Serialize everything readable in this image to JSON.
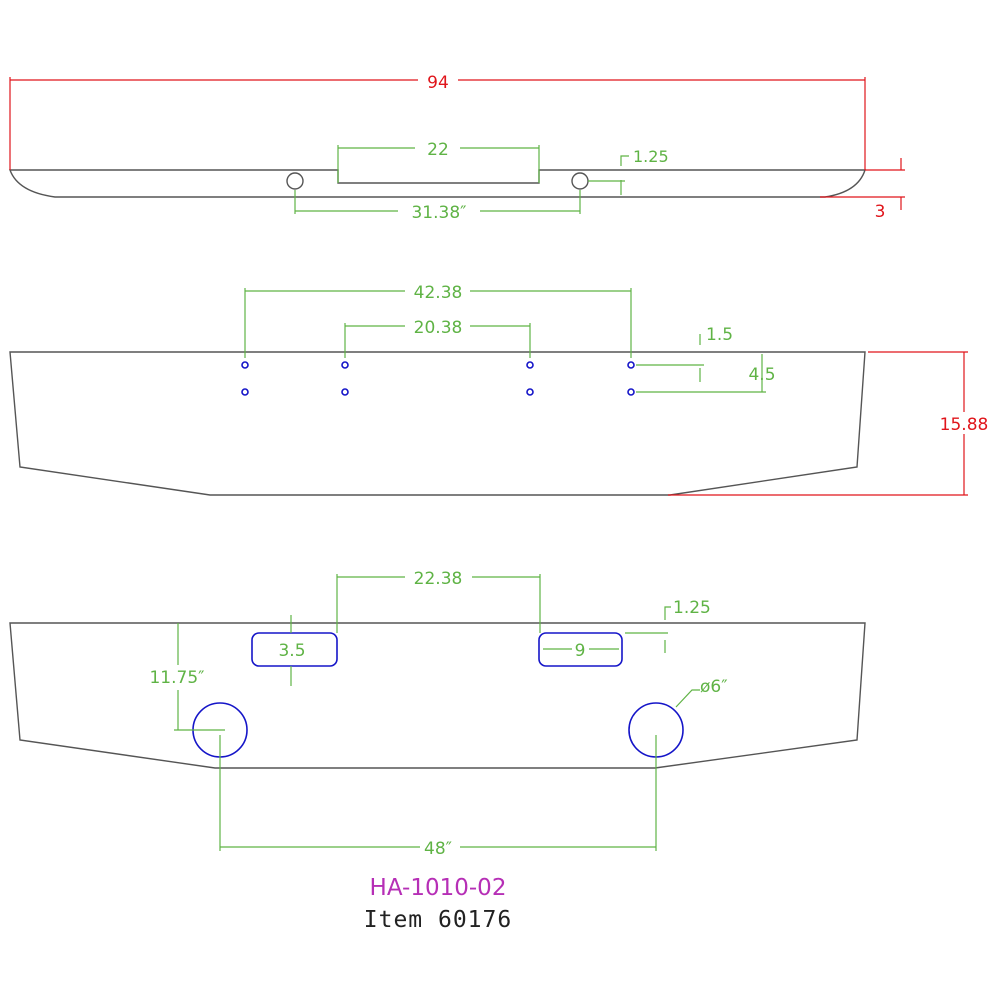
{
  "top_view": {
    "overall_width": "94",
    "slot_width": "22",
    "hole_spacing": "31.38″",
    "hole_offset": "1.25",
    "height": "3"
  },
  "front_view": {
    "outer_hole_spacing": "42.38",
    "inner_hole_spacing": "20.38",
    "hole_top_offset": "1.5",
    "hole_row_spacing": "4.5",
    "height": "15.88"
  },
  "bottom_view": {
    "slot_spacing": "22.38",
    "slot_offset": "1.25",
    "slot_height": "3.5",
    "slot_length": "9",
    "hole_depth": "11.75″",
    "hole_diameter": "ø6″",
    "hole_spacing": "48″"
  },
  "title_block": {
    "part_number": "HA-1010-02",
    "item_label": "Item 60176"
  }
}
